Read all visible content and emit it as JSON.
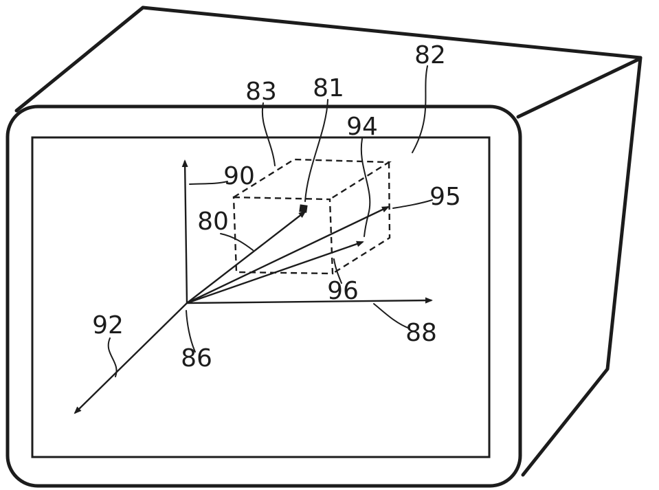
{
  "figure": {
    "type": "patent-style line drawing of a display monitor with a 3D coordinate system and a dashed voxel cube on the screen",
    "colors": {
      "ink": "#1c1c1c",
      "background": "#ffffff"
    },
    "labels": {
      "82": "82",
      "83": "83",
      "81": "81",
      "94": "94",
      "90": "90",
      "95": "95",
      "80": "80",
      "96": "96",
      "92": "92",
      "86": "86",
      "88": "88"
    }
  }
}
